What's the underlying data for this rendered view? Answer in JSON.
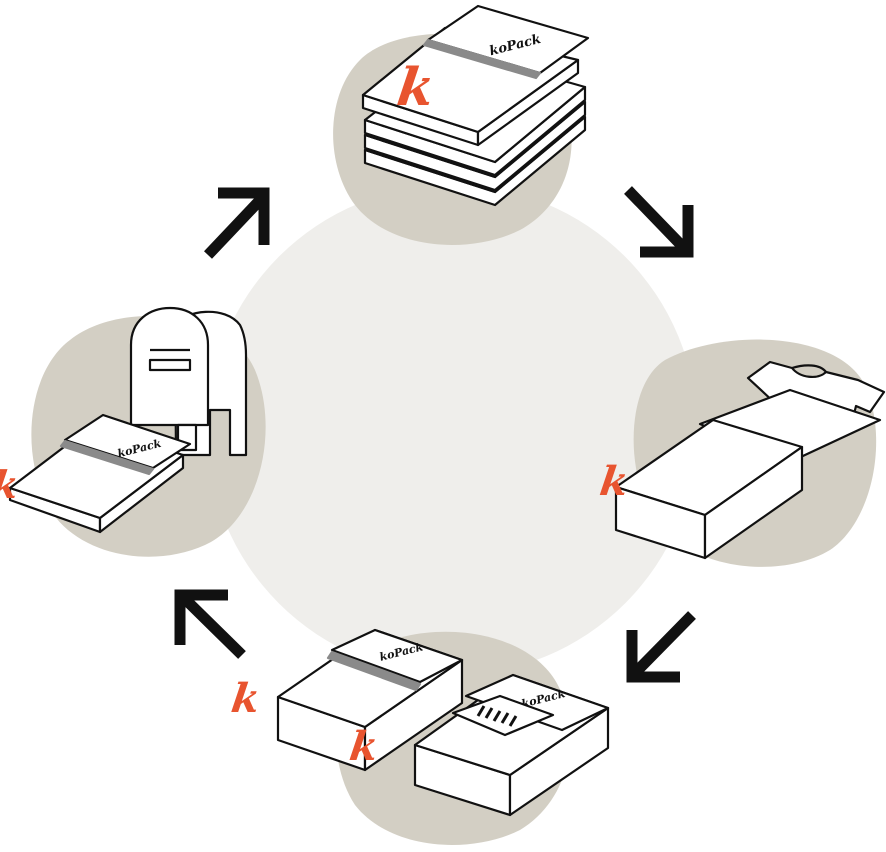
{
  "brand": {
    "name": "koPack",
    "logo_letter": "k",
    "accent_color": "#e8542f",
    "line_color": "#111111",
    "blob_color": "#d3cfc4",
    "center_color": "#efeeeb"
  },
  "steps": [
    {
      "name": "stacked-flat-mailers",
      "icon": "stack-of-flat-boxes-icon"
    },
    {
      "name": "packing-tshirt",
      "icon": "open-box-with-tshirt-icon"
    },
    {
      "name": "boxes-with-shipping-label",
      "icon": "boxes-with-barcode-label-icon"
    },
    {
      "name": "mailbox-return",
      "icon": "mailbox-with-flat-box-icon"
    }
  ],
  "arrows": [
    "arrow-up-right-icon",
    "arrow-down-right-icon",
    "arrow-down-left-icon",
    "arrow-up-left-icon"
  ]
}
